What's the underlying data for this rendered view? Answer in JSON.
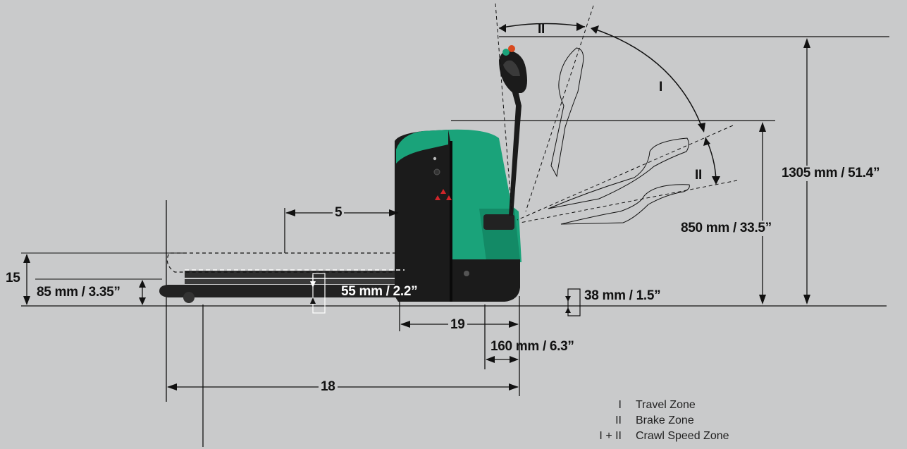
{
  "dimensions": {
    "d5": "5",
    "d15": "15",
    "d85": "85 mm / 3.35”",
    "d55": "55 mm / 2.2”",
    "d38": "38 mm / 1.5”",
    "d19": "19",
    "d160": "160 mm / 6.3”",
    "d18": "18",
    "d850": "850 mm / 33.5”",
    "d1305": "1305 mm / 51.4”",
    "zone_I": "I",
    "zone_II_top": "II",
    "zone_II_mid": "II"
  },
  "legend": [
    {
      "key": "I",
      "value": "Travel Zone"
    },
    {
      "key": "II",
      "value": "Brake Zone"
    },
    {
      "key": "I + II",
      "value": "Crawl Speed Zone"
    }
  ],
  "colors": {
    "background": "#c9cacb",
    "truck_green": "#1aa37a",
    "chassis": "#1b1b1b",
    "lines": "#111111",
    "logo_red": "#d0262a"
  }
}
